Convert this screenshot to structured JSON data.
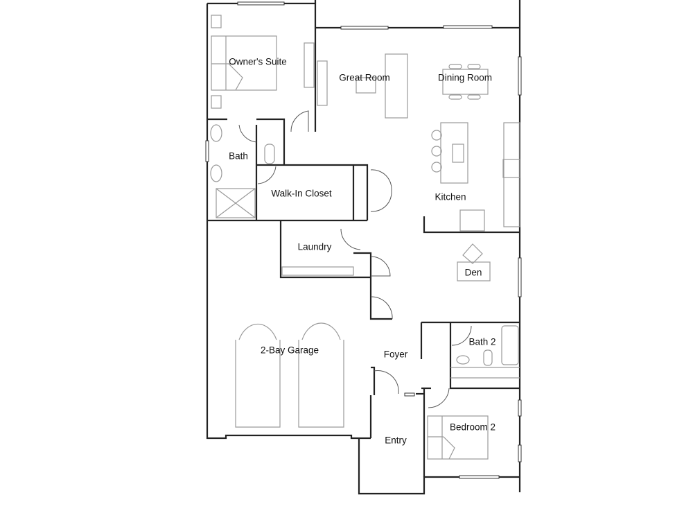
{
  "plan": {
    "rooms": {
      "owners_suite": "Owner's Suite",
      "great_room": "Great Room",
      "dining_room": "Dining Room",
      "bath": "Bath",
      "walk_in_closet": "Walk-In Closet",
      "kitchen": "Kitchen",
      "laundry": "Laundry",
      "den": "Den",
      "garage": "2-Bay Garage",
      "foyer": "Foyer",
      "bath_2": "Bath 2",
      "bedroom_2": "Bedroom 2",
      "entry": "Entry"
    },
    "colors": {
      "wall": "#222222",
      "furniture": "#9a9a9a",
      "background": "#ffffff"
    }
  }
}
